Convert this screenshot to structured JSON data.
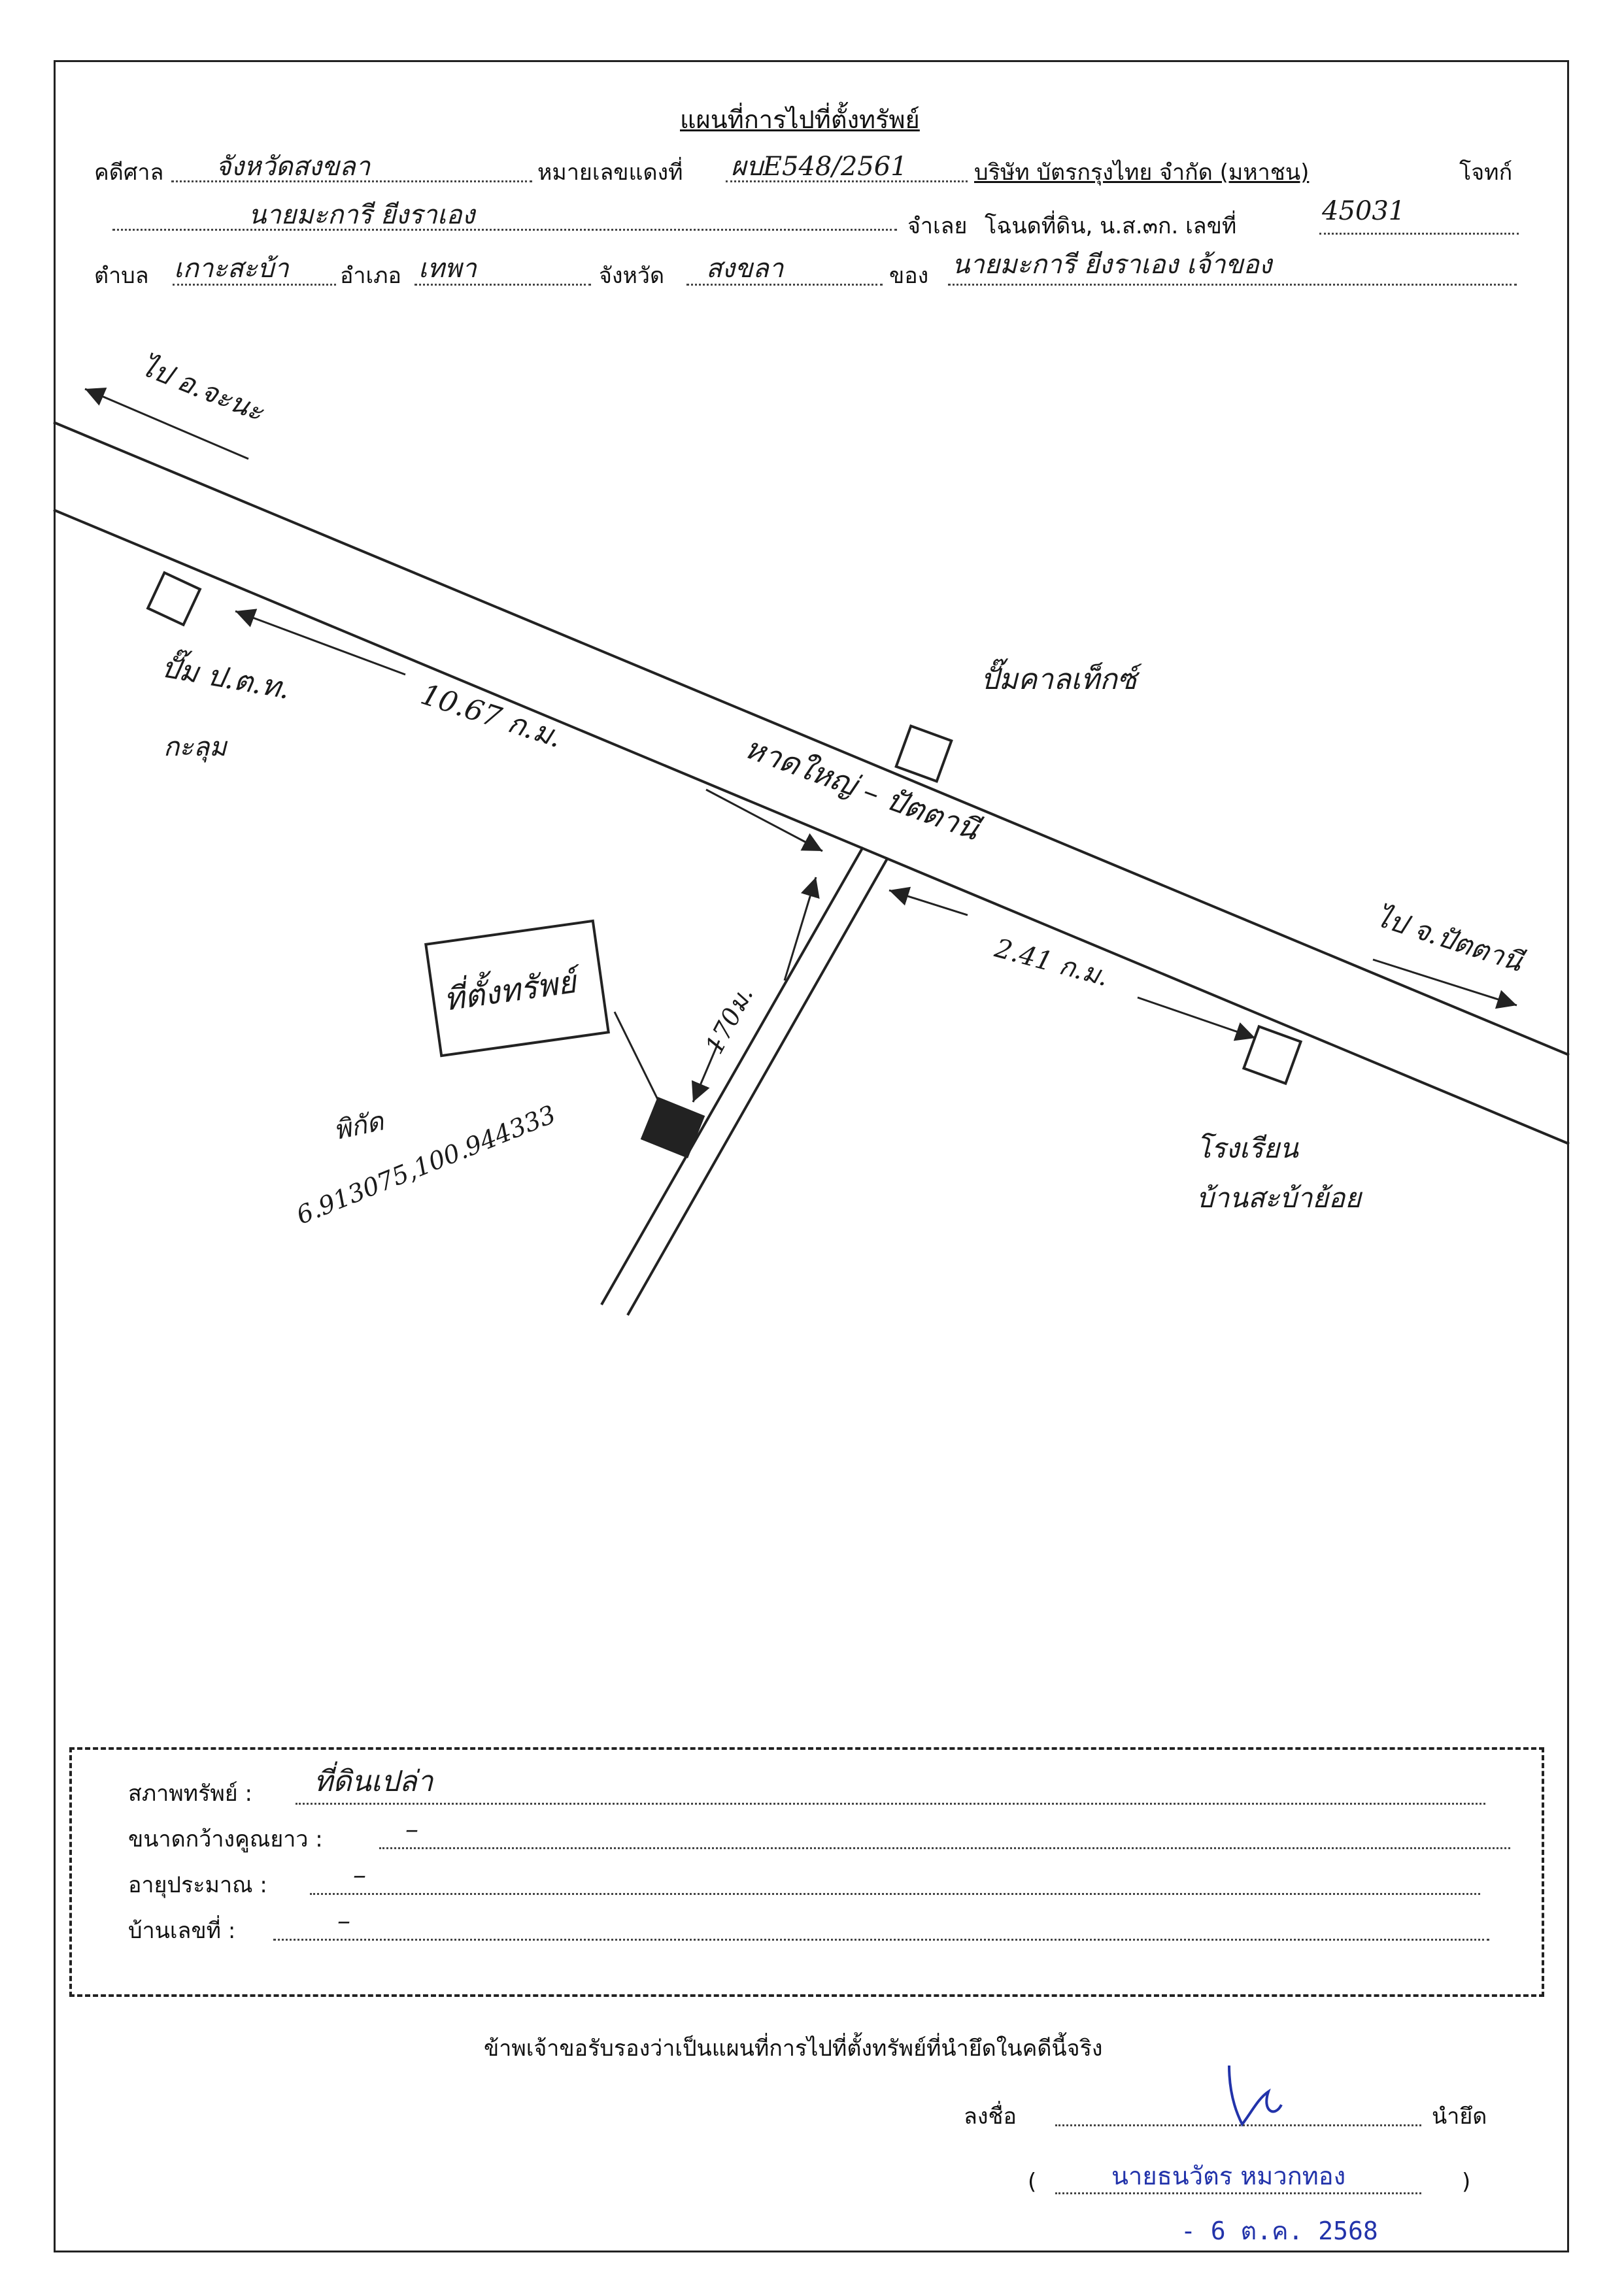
{
  "title": "แผนที่การไปที่ตั้งทรัพย์",
  "header": {
    "court_label": "คดีศาล",
    "court_value": "จังหวัดสงขลา",
    "redcase_label": "หมายเลขแดงที่",
    "redcase_value": "ผบE548/2561",
    "plaintiff": "บริษัท บัตรกรุงไทย จำกัด (มหาชน)",
    "plaintiff_label": "โจทก์",
    "defendant_value": "นายมะการี ยีงราเอง",
    "defendant_label": "จำเลย",
    "deed_label": "โฉนดที่ดิน, น.ส.๓ก. เลขที่",
    "deed_value": "45031",
    "tambon_label": "ตำบล",
    "tambon_value": "เกาะสะบ้า",
    "amphoe_label": "อำเภอ",
    "amphoe_value": "เทพา",
    "province_label": "จังหวัด",
    "province_value": "สงขลา",
    "owner_label": "ของ",
    "owner_value": "นายมะการี ยีงราเอง เจ้าของ"
  },
  "map": {
    "to_chana": "ไป อ.จะนะ",
    "to_pattani": "ไป จ.ปัตตานี",
    "pump_name": "ปั๊ม ป.ต.ท.",
    "pump_sub": "กะลุม",
    "dist_pump": "10.67 ก.ม.",
    "road_name": "หาดใหญ่ – ปัตตานี",
    "shop": "ปั๊มคาลเท็กซ์",
    "dist_school": "2.41 ก.ม.",
    "school_line1": "โรงเรียน",
    "school_line2": "บ้านสะบ้าย้อย",
    "dist_side": "170ม.",
    "property_label": "ที่ตั้งทรัพย์",
    "coords_label": "พิกัด",
    "coords_value": "6.913075,100.944333"
  },
  "box": {
    "condition_label": "สภาพทรัพย์ :",
    "condition_value": "ที่ดินเปล่า",
    "size_label": "ขนาดกว้างคูณยาว :",
    "size_value": "–",
    "age_label": "อายุประมาณ :",
    "age_value": "–",
    "house_label": "บ้านเลขที่ :",
    "house_value": "–"
  },
  "certify": "ข้าพเจ้าขอรับรองว่าเป็นแผนที่การไปที่ตั้งทรัพย์ที่นำยึดในคดีนี้จริง",
  "signature": {
    "sign_label": "ลงชื่อ",
    "role": "นำยึด",
    "open_paren": "(",
    "name": "นายธนวัตร หมวกทอง",
    "close_paren": ")",
    "date": "- 6 ต.ค. 2568"
  },
  "colors": {
    "ink": "#111111",
    "stamp_blue": "#2233aa"
  }
}
